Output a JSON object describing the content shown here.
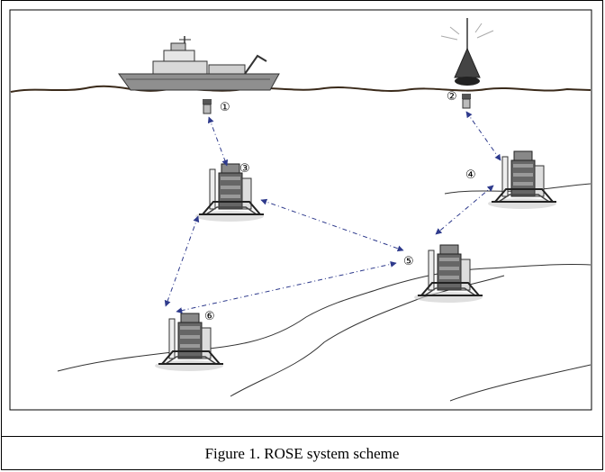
{
  "caption": "Figure 1. ROSE system scheme",
  "stations": [
    {
      "label": "①",
      "kind": "transducer-ship"
    },
    {
      "label": "②",
      "kind": "transducer-buoy"
    },
    {
      "label": "③",
      "kind": "seabed-station"
    },
    {
      "label": "④",
      "kind": "seabed-station"
    },
    {
      "label": "⑤",
      "kind": "seabed-station"
    },
    {
      "label": "⑥",
      "kind": "seabed-station"
    }
  ],
  "links": [
    [
      "①",
      "③"
    ],
    [
      "②",
      "④"
    ],
    [
      "③",
      "⑤"
    ],
    [
      "③",
      "⑥"
    ],
    [
      "④",
      "⑤"
    ],
    [
      "⑤",
      "⑥"
    ]
  ],
  "colors": {
    "link": "#2e3a8c",
    "line": "#000000",
    "shadow": "#c9c9c9"
  }
}
